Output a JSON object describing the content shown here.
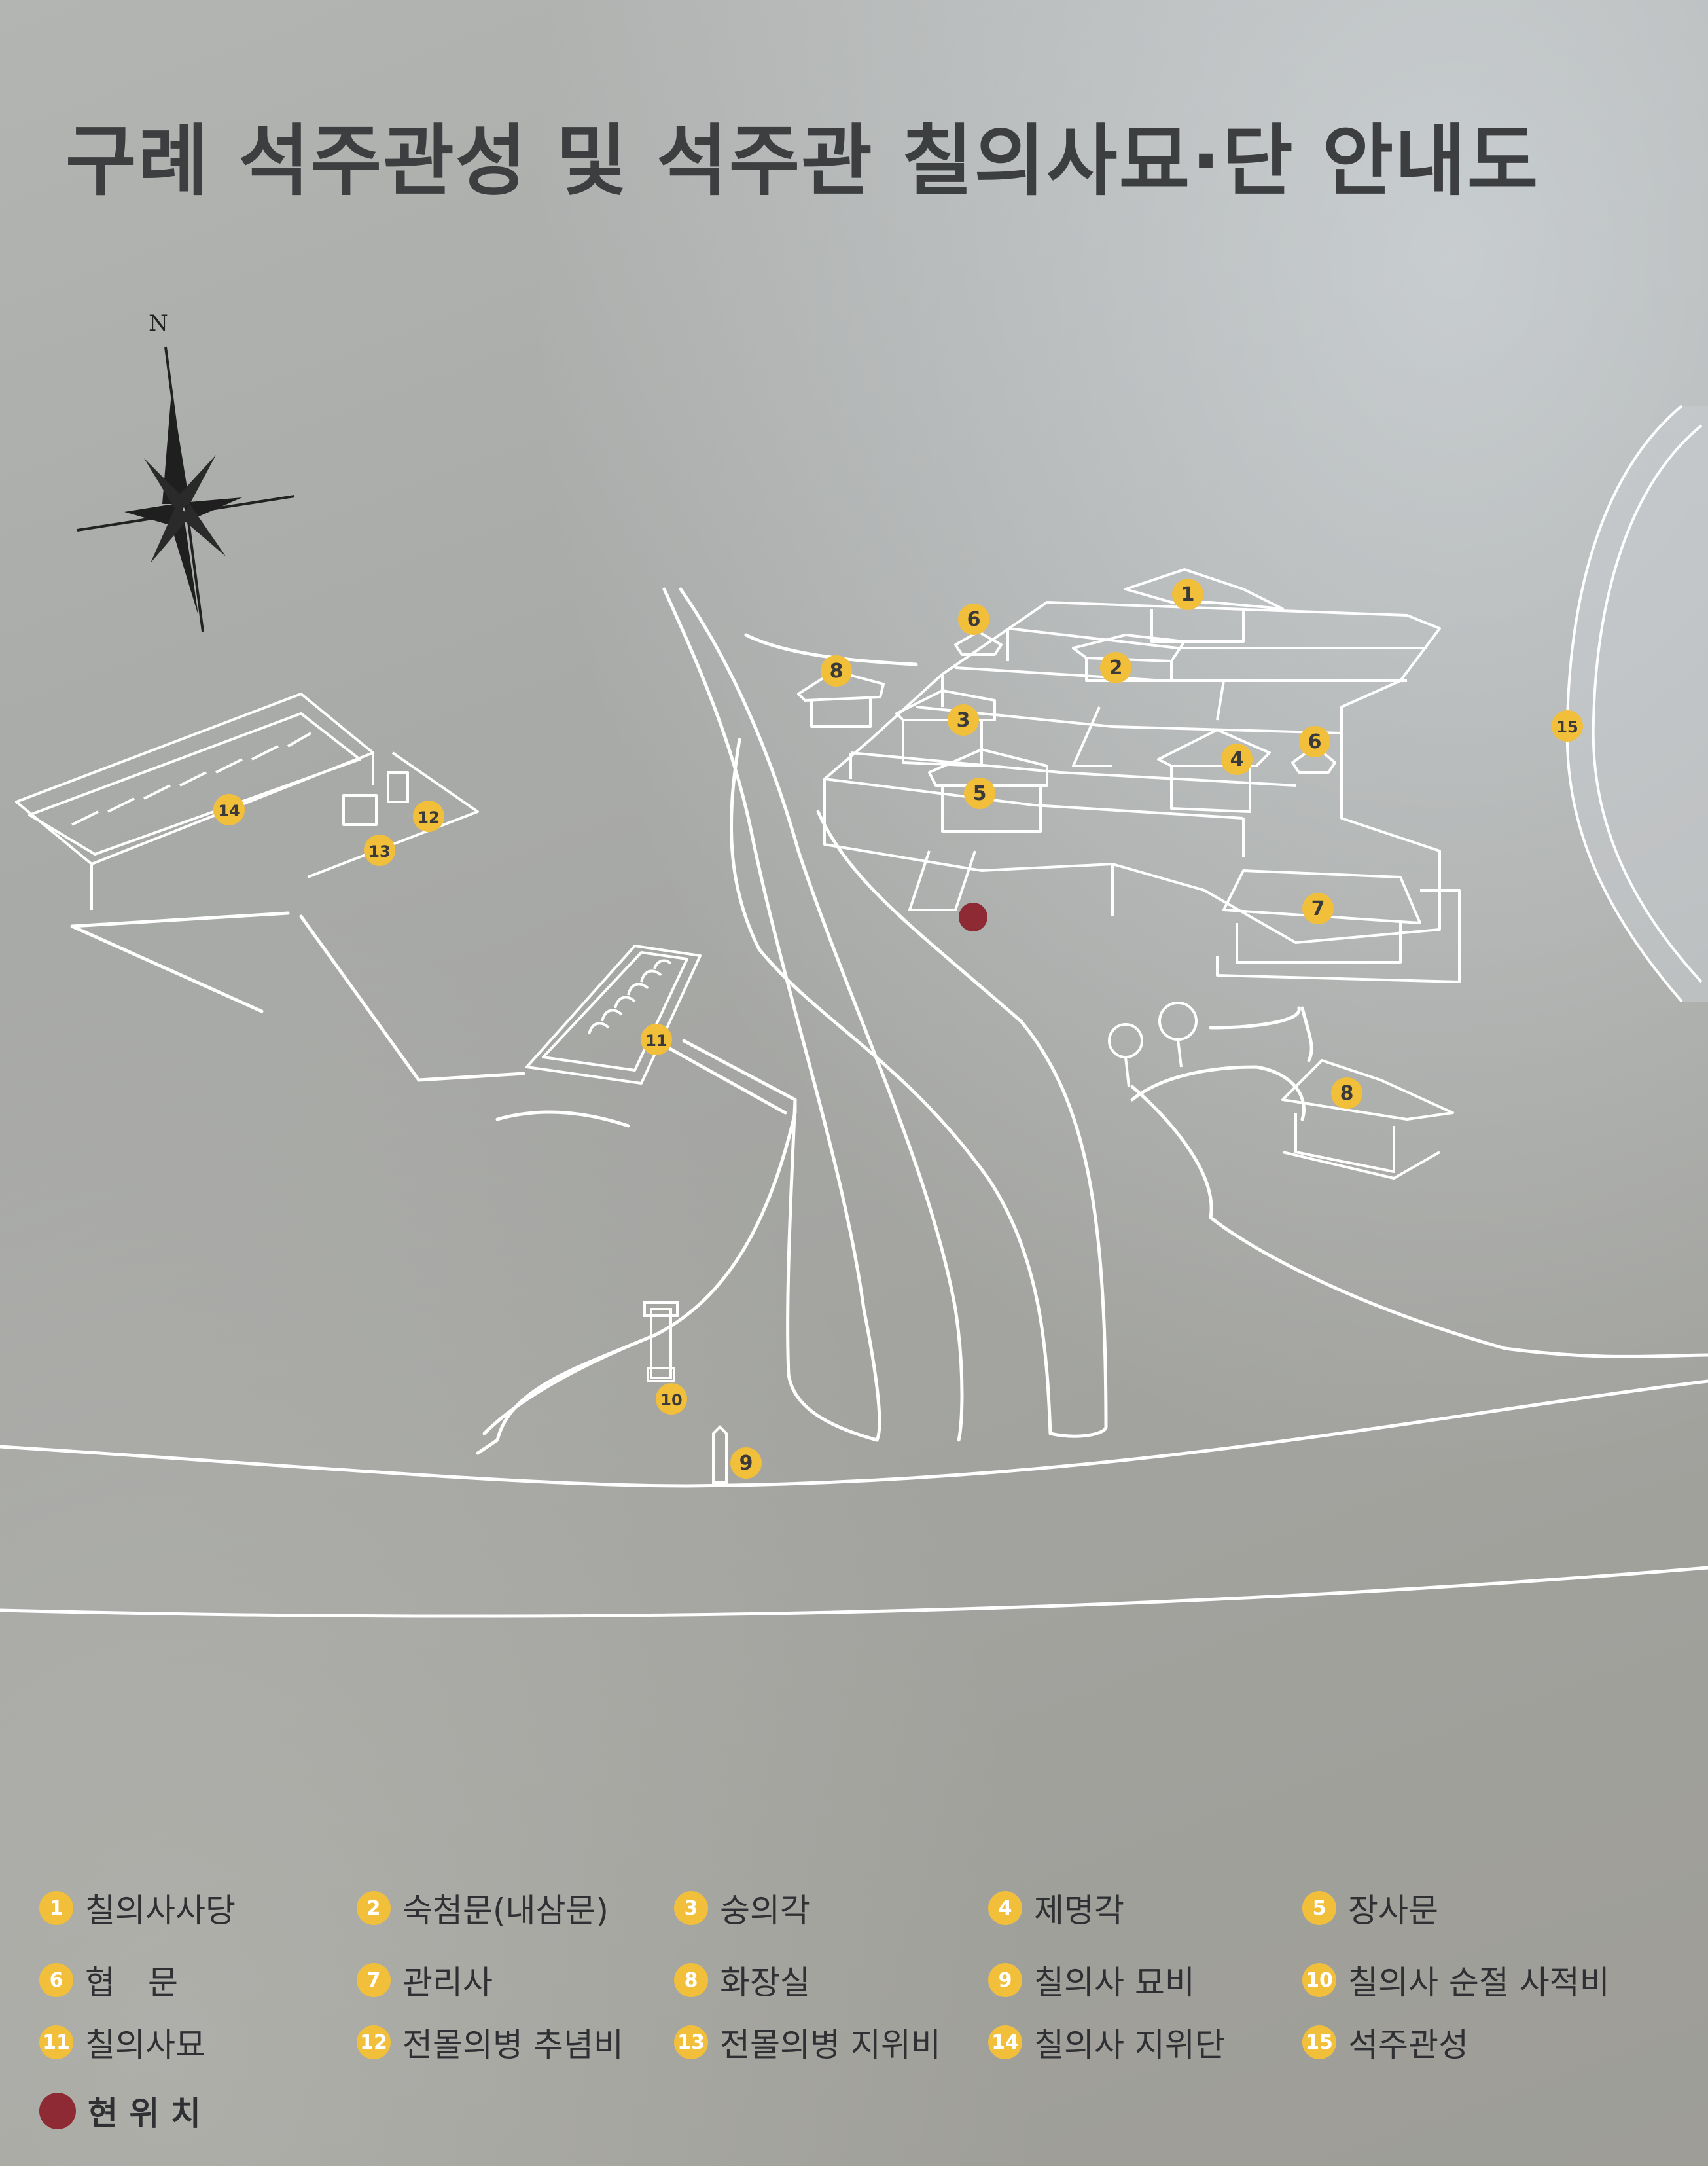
{
  "title": "구례 석주관성 및 석주관 칠의사묘·단 안내도",
  "compass_label": "N",
  "colors": {
    "marker": "#f2bf3b",
    "current_location": "#8e2a33",
    "line": "#ffffff",
    "text": "#2f3033"
  },
  "legend": [
    {
      "num": "1",
      "label": "칠의사사당"
    },
    {
      "num": "2",
      "label": "숙첨문(내삼문)"
    },
    {
      "num": "3",
      "label": "숭의각"
    },
    {
      "num": "4",
      "label": "제명각"
    },
    {
      "num": "5",
      "label": "장사문"
    },
    {
      "num": "6",
      "label": "협　문"
    },
    {
      "num": "7",
      "label": "관리사"
    },
    {
      "num": "8",
      "label": "화장실"
    },
    {
      "num": "9",
      "label": "칠의사 묘비"
    },
    {
      "num": "10",
      "label": "칠의사 순절 사적비"
    },
    {
      "num": "11",
      "label": "칠의사묘"
    },
    {
      "num": "12",
      "label": "전몰의병 추념비"
    },
    {
      "num": "13",
      "label": "전몰의병 지위비"
    },
    {
      "num": "14",
      "label": "칠의사 지위단"
    },
    {
      "num": "15",
      "label": "석주관성"
    }
  ],
  "current_location_label": "현 위 치",
  "map_markers": [
    "1",
    "2",
    "3",
    "4",
    "5",
    "6",
    "6",
    "7",
    "8",
    "8",
    "9",
    "10",
    "11",
    "12",
    "13",
    "14",
    "15"
  ]
}
